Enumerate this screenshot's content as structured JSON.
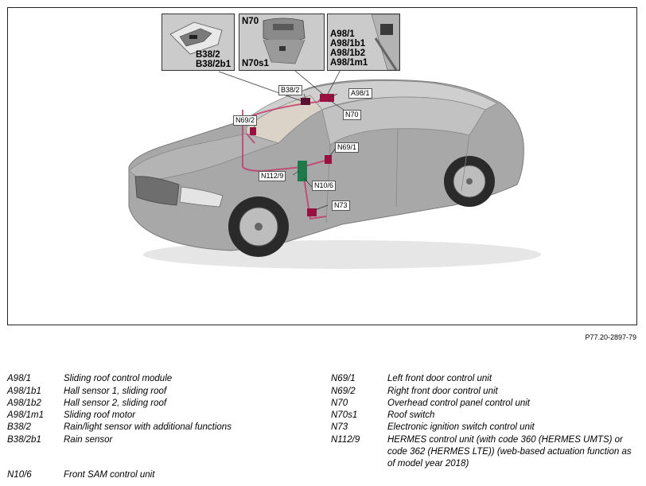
{
  "diagram": {
    "reference": "P77.20-2897-79",
    "insets": {
      "left": {
        "labels": [
          "B38/2",
          "B38/2b1"
        ]
      },
      "middle": {
        "title": "N70",
        "labels": [
          "N70s1"
        ]
      },
      "right": {
        "labels": [
          "A98/1",
          "A98/1b1",
          "A98/1b2",
          "A98/1m1"
        ]
      }
    },
    "callouts": {
      "b38_2": "B38/2",
      "a98_1": "A98/1",
      "n70": "N70",
      "n69_2": "N69/2",
      "n69_1": "N69/1",
      "n112_9": "N112/9",
      "n10_6": "N10/6",
      "n73": "N73"
    }
  },
  "legend": {
    "left": [
      {
        "code": "A98/1",
        "desc": "Sliding roof control module"
      },
      {
        "code": "A98/1b1",
        "desc": "Hall sensor 1, sliding roof"
      },
      {
        "code": "A98/1b2",
        "desc": "Hall sensor 2, sliding roof"
      },
      {
        "code": "A98/1m1",
        "desc": "Sliding roof motor"
      },
      {
        "code": "B38/2",
        "desc": "Rain/light sensor with additional functions"
      },
      {
        "code": "B38/2b1",
        "desc": "Rain sensor"
      },
      {
        "code": "N10/6",
        "desc": "Front SAM control unit"
      }
    ],
    "right": [
      {
        "code": "N69/1",
        "desc": "Left front door control unit"
      },
      {
        "code": "N69/2",
        "desc": "Right front door control unit"
      },
      {
        "code": "N70",
        "desc": "Overhead control panel control unit"
      },
      {
        "code": "N70s1",
        "desc": "Roof switch"
      },
      {
        "code": "N73",
        "desc": "Electronic ignition switch control unit"
      },
      {
        "code": "N112/9",
        "desc": "HERMES control unit (with code 360 (HERMES UMTS) or code 362 (HERMES LTE)) (web-based actuation function as of model year 2018)"
      }
    ]
  },
  "colors": {
    "car_body": "#a8a8a8",
    "wiring": "#c0406e",
    "component": "#9a1040",
    "hermes_unit": "#1e7a4a"
  }
}
